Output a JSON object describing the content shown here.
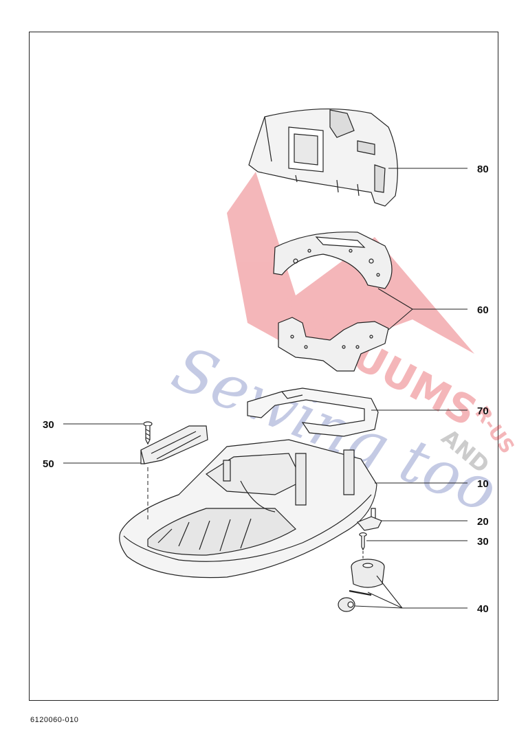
{
  "document": {
    "drawing_code": "6120060-010"
  },
  "callouts": [
    {
      "id": "80",
      "label": "80"
    },
    {
      "id": "60",
      "label": "60"
    },
    {
      "id": "70",
      "label": "70"
    },
    {
      "id": "30a",
      "label": "30"
    },
    {
      "id": "50",
      "label": "50"
    },
    {
      "id": "10",
      "label": "10"
    },
    {
      "id": "20",
      "label": "20"
    },
    {
      "id": "30b",
      "label": "30"
    },
    {
      "id": "40",
      "label": "40"
    }
  ],
  "watermark": {
    "line1": "VACUUMS",
    "line2": "Sewing too",
    "line3": "AND",
    "line4": "R-US",
    "colors": {
      "red": "#e0303a",
      "blue": "#5a6ab5"
    }
  }
}
